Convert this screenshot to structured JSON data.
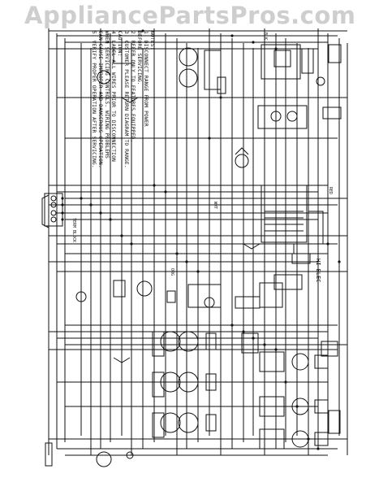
{
  "watermark": "AppliancePartsPros.com",
  "notes": {
    "heading": "NOTES:",
    "lines": [
      "1. DISCONNECT RANGE FROM POWER",
      "   BEFORE SERVICING.",
      "2. REFER ONLY TO FEATURES EQUIPPED.",
      "3. CUSTOMER PLEASE RETURN DIAGRAM TO RANGE.",
      "   CAUTION:",
      "4. LABEL ALL WIRES PRIOR TO DISCONNECTION",
      "   WHEN SERVICING CONTROLS. WIRING PROBLEMS",
      "   CAN CAUSE IMPROPER AND DANGEROUS OPERATION.",
      "5. VERIFY PROPER OPERATION AFTER SERVICING."
    ]
  },
  "labels": {
    "hi_elec": "HI ELEC",
    "term_block": "TERM BLOCK",
    "wht": "WHT",
    "blk": "BLK",
    "red": "RED",
    "org": "ORG"
  },
  "colors": {
    "line": "#111111",
    "watermark": "#c9c9c9",
    "background": "#ffffff"
  }
}
